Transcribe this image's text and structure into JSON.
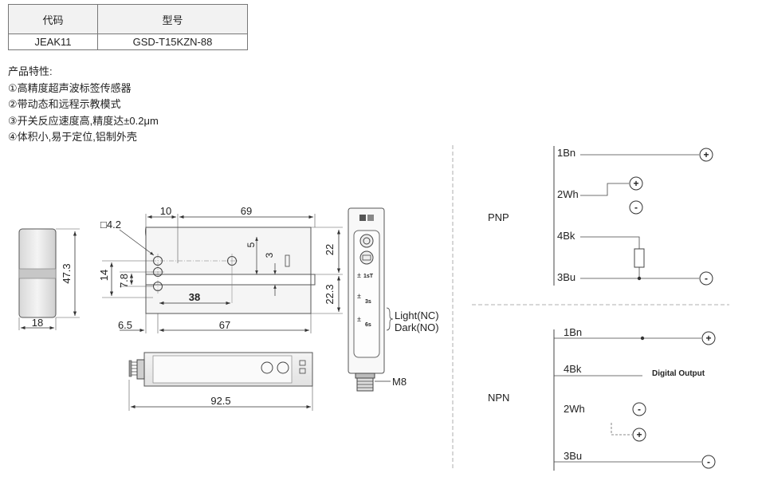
{
  "table": {
    "headers": [
      "代码",
      "型号"
    ],
    "rows": [
      [
        "JEAK11",
        "GSD-T15KZN-88"
      ]
    ]
  },
  "features": {
    "title": "产品特性:",
    "items": [
      "①高精度超声波标签传感器",
      "②带动态和远程示教模式",
      "③开关反应速度高,精度达±0.2μm",
      "④体积小,易于定位,铝制外壳"
    ]
  },
  "dimensions": {
    "height": "47.3",
    "width": "18",
    "square_hole": "□4.2",
    "d10": "10",
    "d69": "69",
    "d5": "5",
    "d3": "3",
    "d22": "22",
    "d14": "14",
    "d7_8": "7.8",
    "d38": "38",
    "d22_3": "22.3",
    "d6_5": "6.5",
    "d67": "67",
    "d92_5": "92.5",
    "connector": "M8"
  },
  "panel": {
    "row1_pm": "±",
    "row1_label": "1sT",
    "row2_pm": "±",
    "row2_label": "3s",
    "row3_pm": "±",
    "row3_label": "6s",
    "light": "Light(NC)",
    "dark": "Dark(NO)"
  },
  "pnp": {
    "label": "PNP",
    "wires": [
      "1Bn",
      "2Wh",
      "4Bk",
      "3Bu"
    ]
  },
  "npn": {
    "label": "NPN",
    "wires": [
      "1Bn",
      "4Bk",
      "2Wh",
      "3Bu"
    ],
    "output": "Digital Output"
  },
  "symbols": {
    "plus": "+",
    "minus": "-"
  }
}
